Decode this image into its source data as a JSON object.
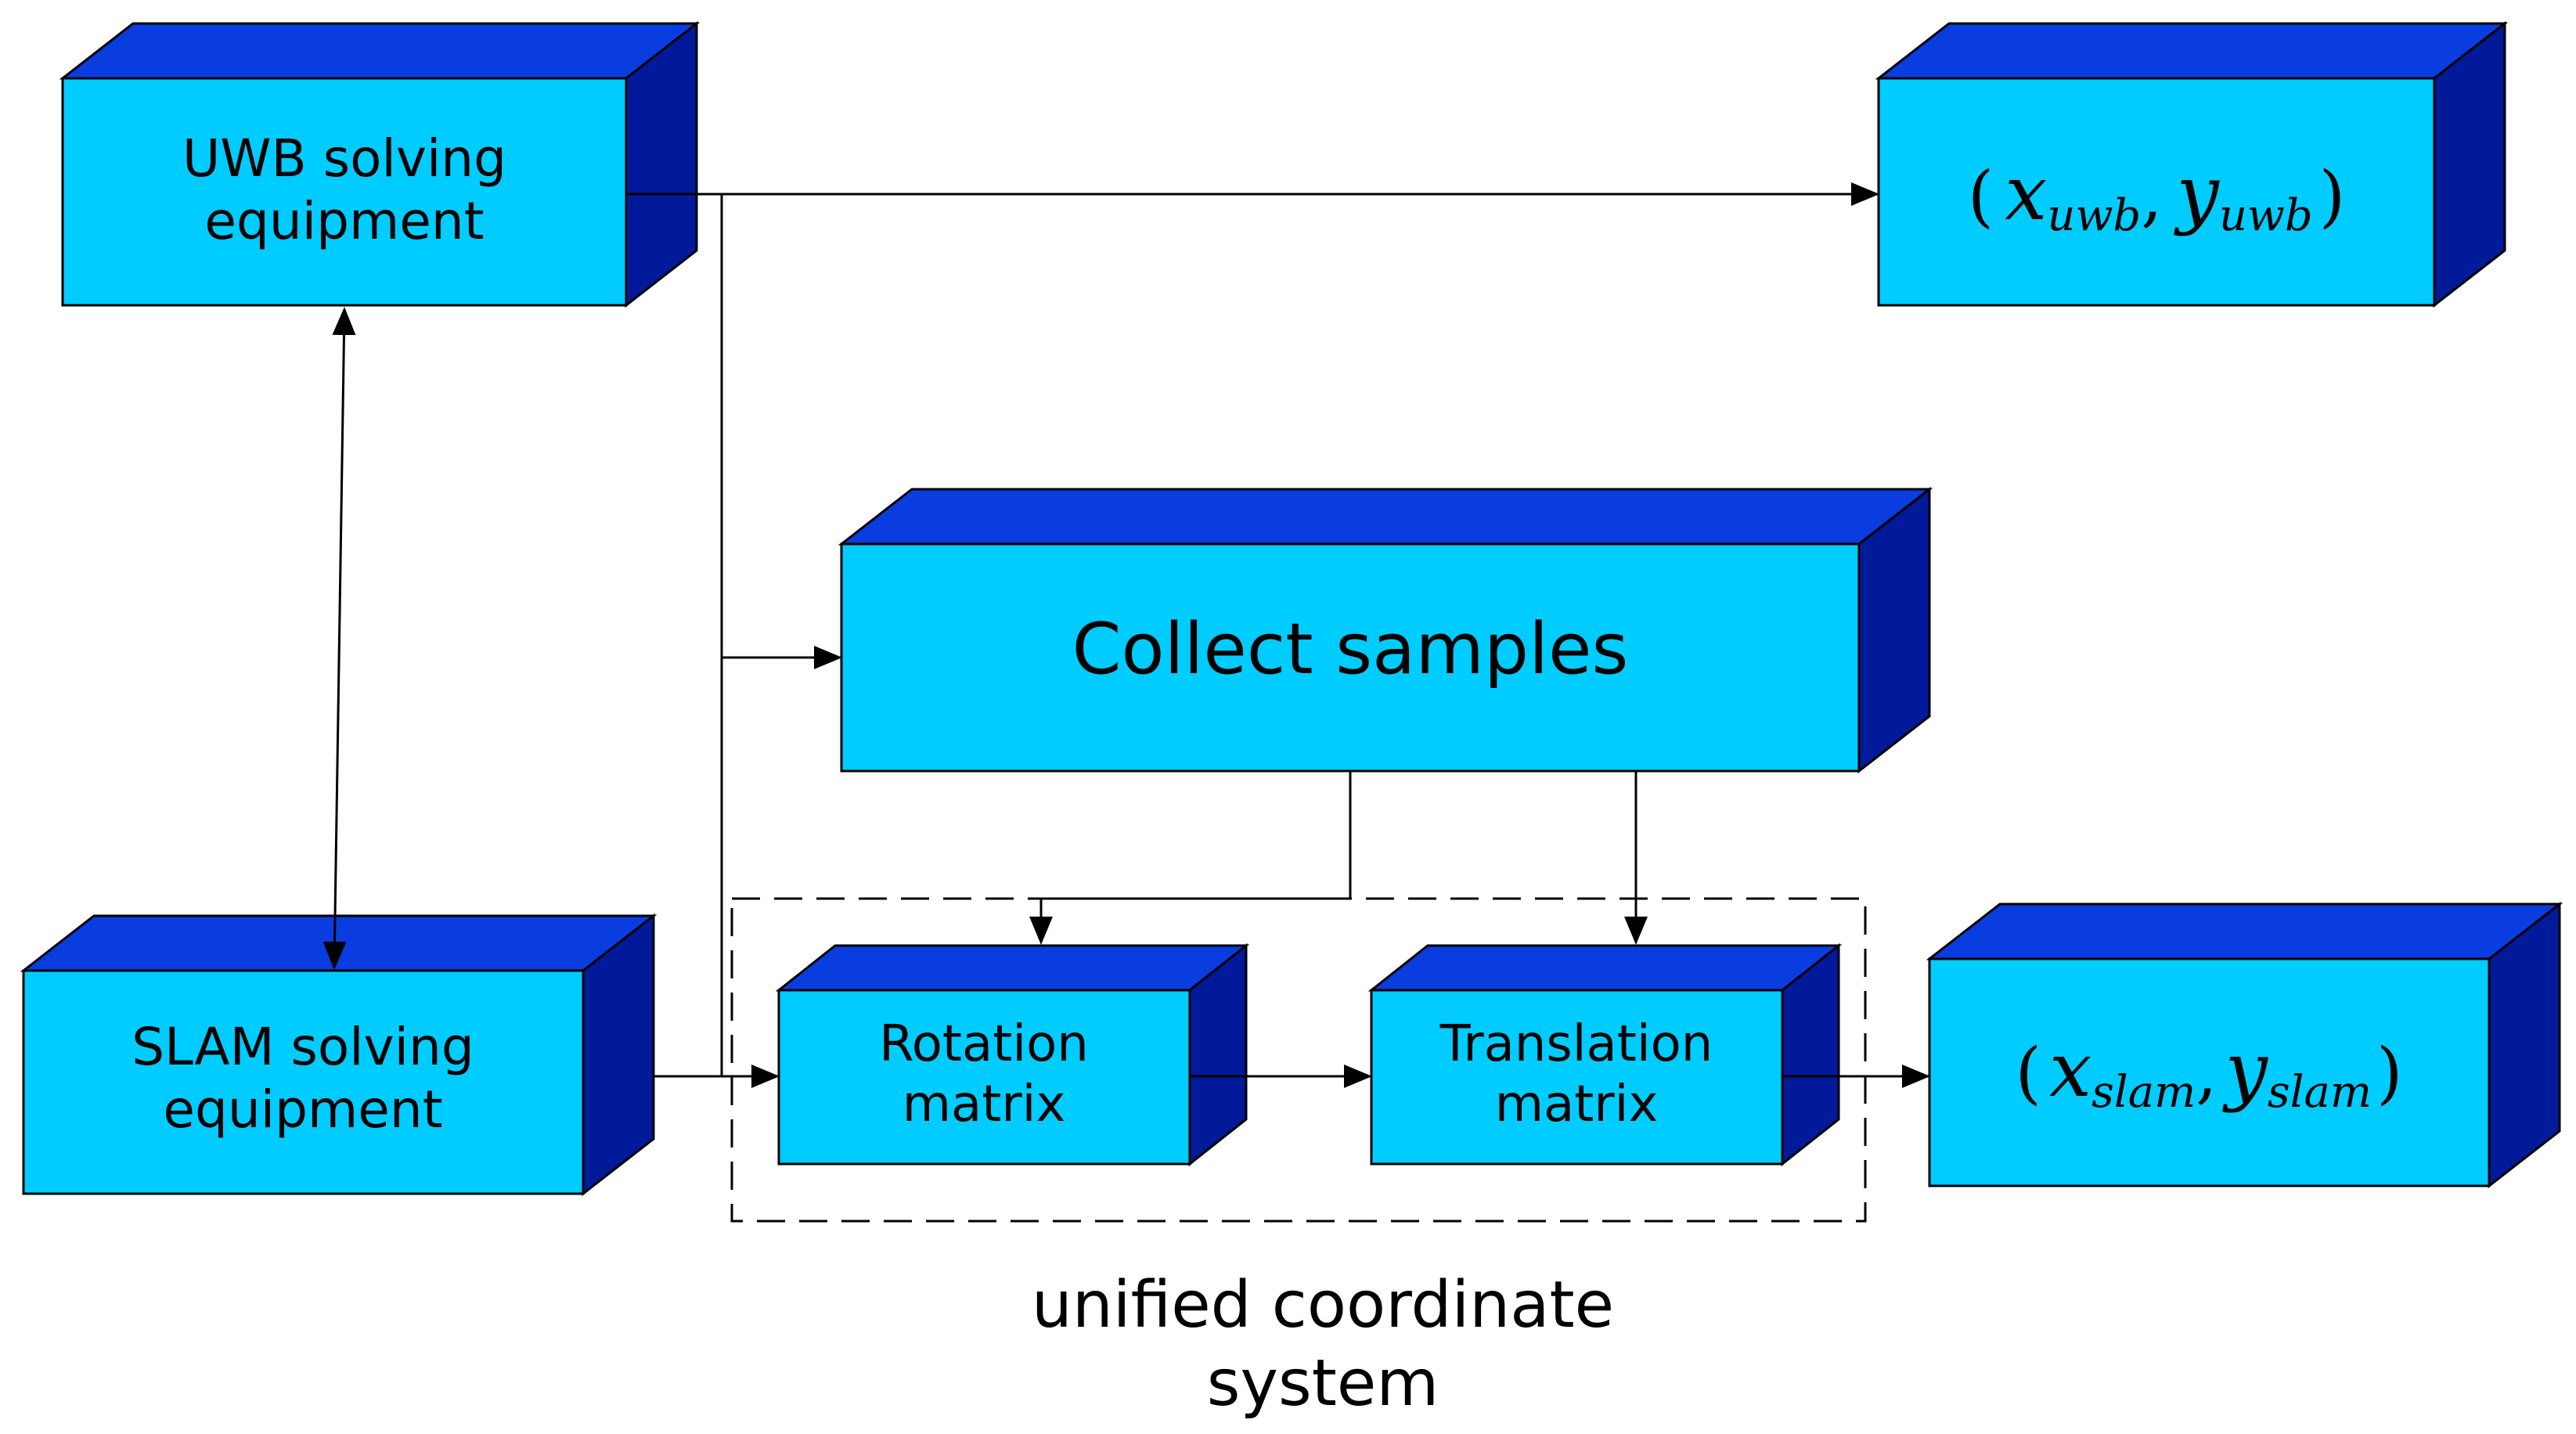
{
  "colors": {
    "box_front": "#00ccff",
    "box_top": "#0a3de0",
    "box_side": "#001a99",
    "box_edge": "#000000",
    "line": "#000000"
  },
  "uwb_equipment": {
    "line1": "UWB solving",
    "line2": "equipment"
  },
  "slam_equipment": {
    "line1": "SLAM solving",
    "line2": "equipment"
  },
  "collect_samples": {
    "label": "Collect samples"
  },
  "rotation_matrix": {
    "line1": "Rotation",
    "line2": "matrix"
  },
  "translation_matrix": {
    "line1": "Translation",
    "line2": "matrix"
  },
  "uwb_output": {
    "open": "(",
    "x": "x",
    "x_sub": "uwb",
    "sep": ",",
    "y": "y",
    "y_sub": "uwb",
    "close": ")"
  },
  "slam_output": {
    "open": "(",
    "x": "x",
    "x_sub": "slam",
    "sep": ",",
    "y": "y",
    "y_sub": "slam",
    "close": ")"
  },
  "group_caption": {
    "line1": "unified coordinate",
    "line2": "system"
  }
}
